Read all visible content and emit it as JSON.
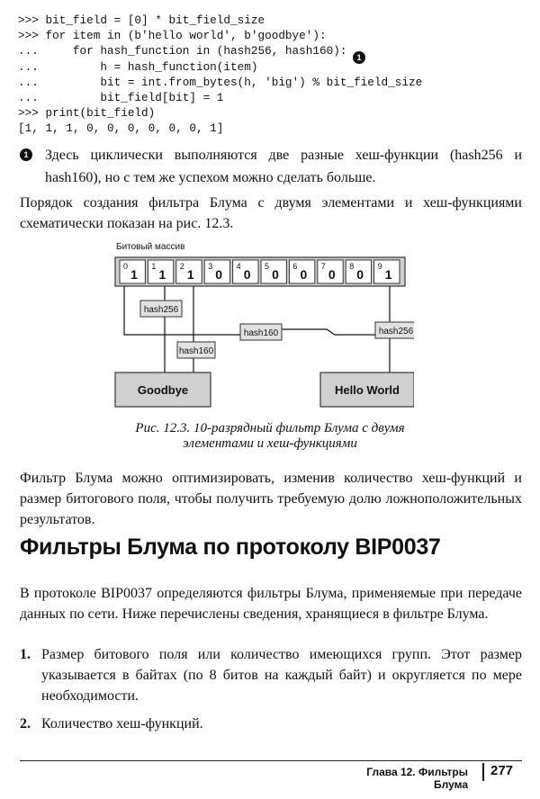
{
  "code": {
    "lines": [
      ">>> bit_field = [0] * bit_field_size",
      ">>> for item in (b'hello world', b'goodbye'):",
      "...     for hash_function in (hash256, hash160):",
      "...         h = hash_function(item)",
      "...         bit = int.from_bytes(h, 'big') % bit_field_size",
      "...         bit_field[bit] = 1",
      ">>> print(bit_field)",
      "[1, 1, 1, 0, 0, 0, 0, 0, 0, 1]"
    ],
    "callout_number": "1"
  },
  "note": {
    "marker": "1",
    "text": "Здесь циклически выполняются две разные хеш-функции (hash256 и hash160), но с тем же успехом можно сделать больше."
  },
  "para1": "Порядок создания фильтра Блума с двумя элементами и хеш-функциями схематически показан на рис. 12.3.",
  "figure": {
    "array_label": "Битовый массив",
    "indices": [
      "0",
      "1",
      "2",
      "3",
      "4",
      "5",
      "6",
      "7",
      "8",
      "9"
    ],
    "values": [
      "1",
      "1",
      "1",
      "0",
      "0",
      "0",
      "0",
      "0",
      "0",
      "1"
    ],
    "hash_labels": {
      "hash256_top": "hash256",
      "hash160_left": "hash160",
      "hash160_mid": "hash160",
      "hash256_right": "hash256"
    },
    "items": {
      "left": "Goodbye",
      "right": "Hello World"
    },
    "caption_line1": "Рис. 12.3. 10-разрядный фильтр Блума с двумя",
    "caption_line2": "элементами и хеш-функциями"
  },
  "para2": "Фильтр Блума можно оптимизировать, изменив количество хеш-функций и размер битогового поля, чтобы получить требуемую долю ложноположительных результатов.",
  "heading": "Фильтры Блума по протоколу BIP0037",
  "para3": "В протоколе BIP0037 определяются фильтры Блума, применяемые при передаче данных по сети. Ниже перечислены сведения, хранящиеся в фильтре Блума.",
  "list": [
    {
      "num": "1.",
      "text": "Размер битового поля или количество имеющихся групп. Этот размер указывается в байтах (по 8 битов на каждый байт) и округляется по мере необходимости."
    },
    {
      "num": "2.",
      "text": "Количество хеш-функций."
    }
  ],
  "footer": {
    "chapter": "Глава 12. Фильтры Блума",
    "page": "277"
  }
}
